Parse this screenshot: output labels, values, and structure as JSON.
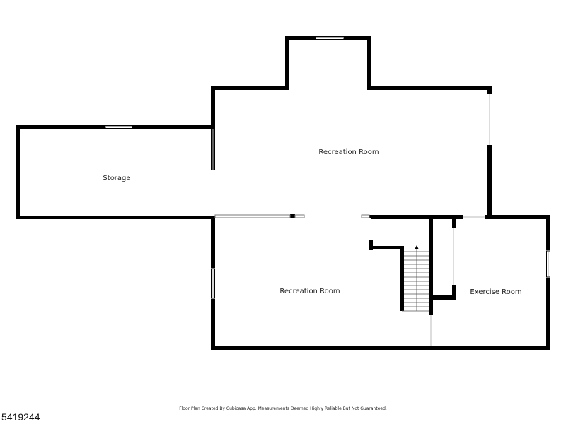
{
  "floor_plan": {
    "rooms": [
      {
        "id": "storage",
        "label": "Storage"
      },
      {
        "id": "recreation-room-upper",
        "label": "Recreation Room"
      },
      {
        "id": "recreation-room-lower",
        "label": "Recreation Room"
      },
      {
        "id": "exercise-room",
        "label": "Exercise Room"
      }
    ]
  },
  "footer": {
    "note": "Floor Plan Created By Cubicasa App. Measurements Deemed Highly Reliable But Not Guaranteed."
  },
  "listing": {
    "id": "5419244"
  },
  "colors": {
    "wall": "#000000",
    "background": "#ffffff"
  }
}
